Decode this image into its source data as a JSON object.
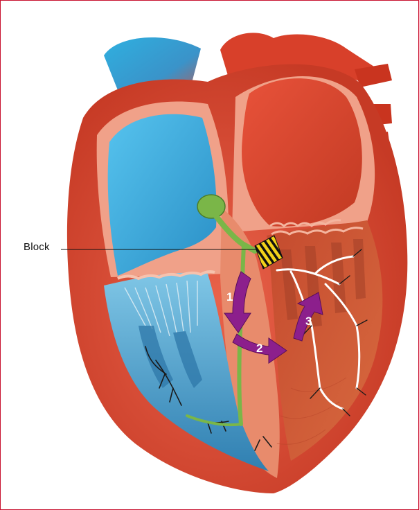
{
  "labels": {
    "block": "Block"
  },
  "steps": [
    {
      "number": "1"
    },
    {
      "number": "2"
    },
    {
      "number": "3"
    }
  ],
  "colors": {
    "frame_border": "#c8102e",
    "arrow": "#8c1f8c",
    "conduction_pathway": "#7ab648",
    "block_stripes": "#f2d21a",
    "deoxygenated": "#3fa7d6",
    "oxygenated": "#d9452b",
    "myocardium": "#e3583b"
  }
}
